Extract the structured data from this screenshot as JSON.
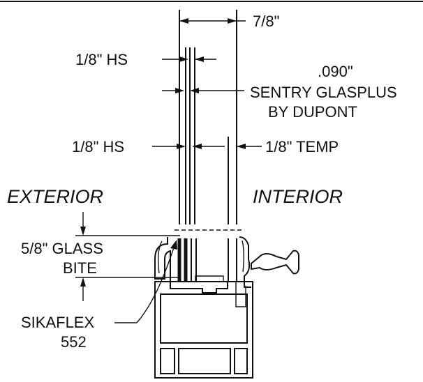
{
  "labels": {
    "overall_width": "7/8\"",
    "outer_lite": "1/8\" HS",
    "interlayer_thickness": ".090\"",
    "interlayer_name_1": "SENTRY GLASPLUS",
    "interlayer_name_2": "BY DUPONT",
    "inner_lite": "1/8\" HS",
    "temp_lite": "1/8\" TEMP",
    "exterior": "EXTERIOR",
    "interior": "INTERIOR",
    "glass_bite_1": "5/8\" GLASS",
    "glass_bite_2": "BITE",
    "sealant_1": "SIKAFLEX",
    "sealant_2": "552"
  }
}
